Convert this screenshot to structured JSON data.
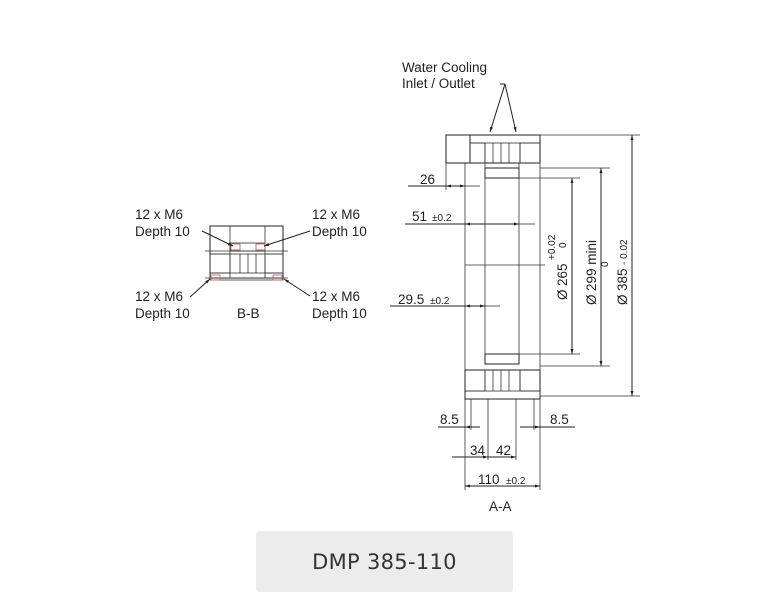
{
  "title": "DMP 385-110",
  "section_aa": {
    "label": "A-A",
    "callout": [
      "Water Cooling",
      "Inlet / Outlet"
    ],
    "dimensions": {
      "d26": "26",
      "d51": "51",
      "d51_tol": "±0.2",
      "d29_5": "29.5",
      "d29_5_tol": "±0.2",
      "left_8_5": "8.5",
      "right_8_5": "8.5",
      "d34": "34",
      "d42": "42",
      "d110": "110",
      "d110_tol": "±0.2",
      "dia265_symbol": "Ø",
      "dia265": "265",
      "dia265_tol_upper": "+0.02",
      "dia265_tol_lower": "0",
      "dia299_symbol": "Ø",
      "dia299": "299 mini",
      "dia299_tol": "0",
      "dia385_symbol": "Ø",
      "dia385": "385",
      "dia385_tol": "- 0.02"
    }
  },
  "section_bb": {
    "label": "B-B",
    "callouts": [
      {
        "line1": "12 x M6",
        "line2": "Depth 10"
      },
      {
        "line1": "12 x M6",
        "line2": "Depth 10"
      },
      {
        "line1": "12 x M6",
        "line2": "Depth 10"
      },
      {
        "line1": "12 x M6",
        "line2": "Depth 10"
      }
    ]
  }
}
